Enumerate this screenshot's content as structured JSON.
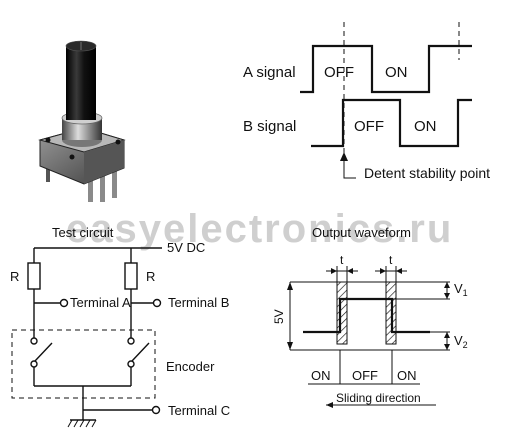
{
  "watermark": "easyelectronics.ru",
  "signals": {
    "a_label": "A signal",
    "b_label": "B signal",
    "a_off": "OFF",
    "a_on": "ON",
    "b_off": "OFF",
    "b_on": "ON",
    "detent_label": "Detent stability point"
  },
  "test_circuit": {
    "title": "Test circuit",
    "supply": "5V DC",
    "r_left": "R",
    "r_right": "R",
    "terminal_a": "Terminal A",
    "terminal_b": "Terminal B",
    "encoder": "Encoder",
    "terminal_c": "Terminal C"
  },
  "output_waveform": {
    "title": "Output  waveform",
    "t_left": "t",
    "t_right": "t",
    "v1": "V",
    "v1_sub": "1",
    "v2": "V",
    "v2_sub": "2",
    "amplitude": "5V",
    "on_left": "ON",
    "off": "OFF",
    "on_right": "ON",
    "direction": "Sliding direction"
  },
  "colors": {
    "ink": "#111111",
    "watermark": "#cfcfcf",
    "body_metal": "#6e6e6e",
    "shaft": "#1a1a1a"
  }
}
